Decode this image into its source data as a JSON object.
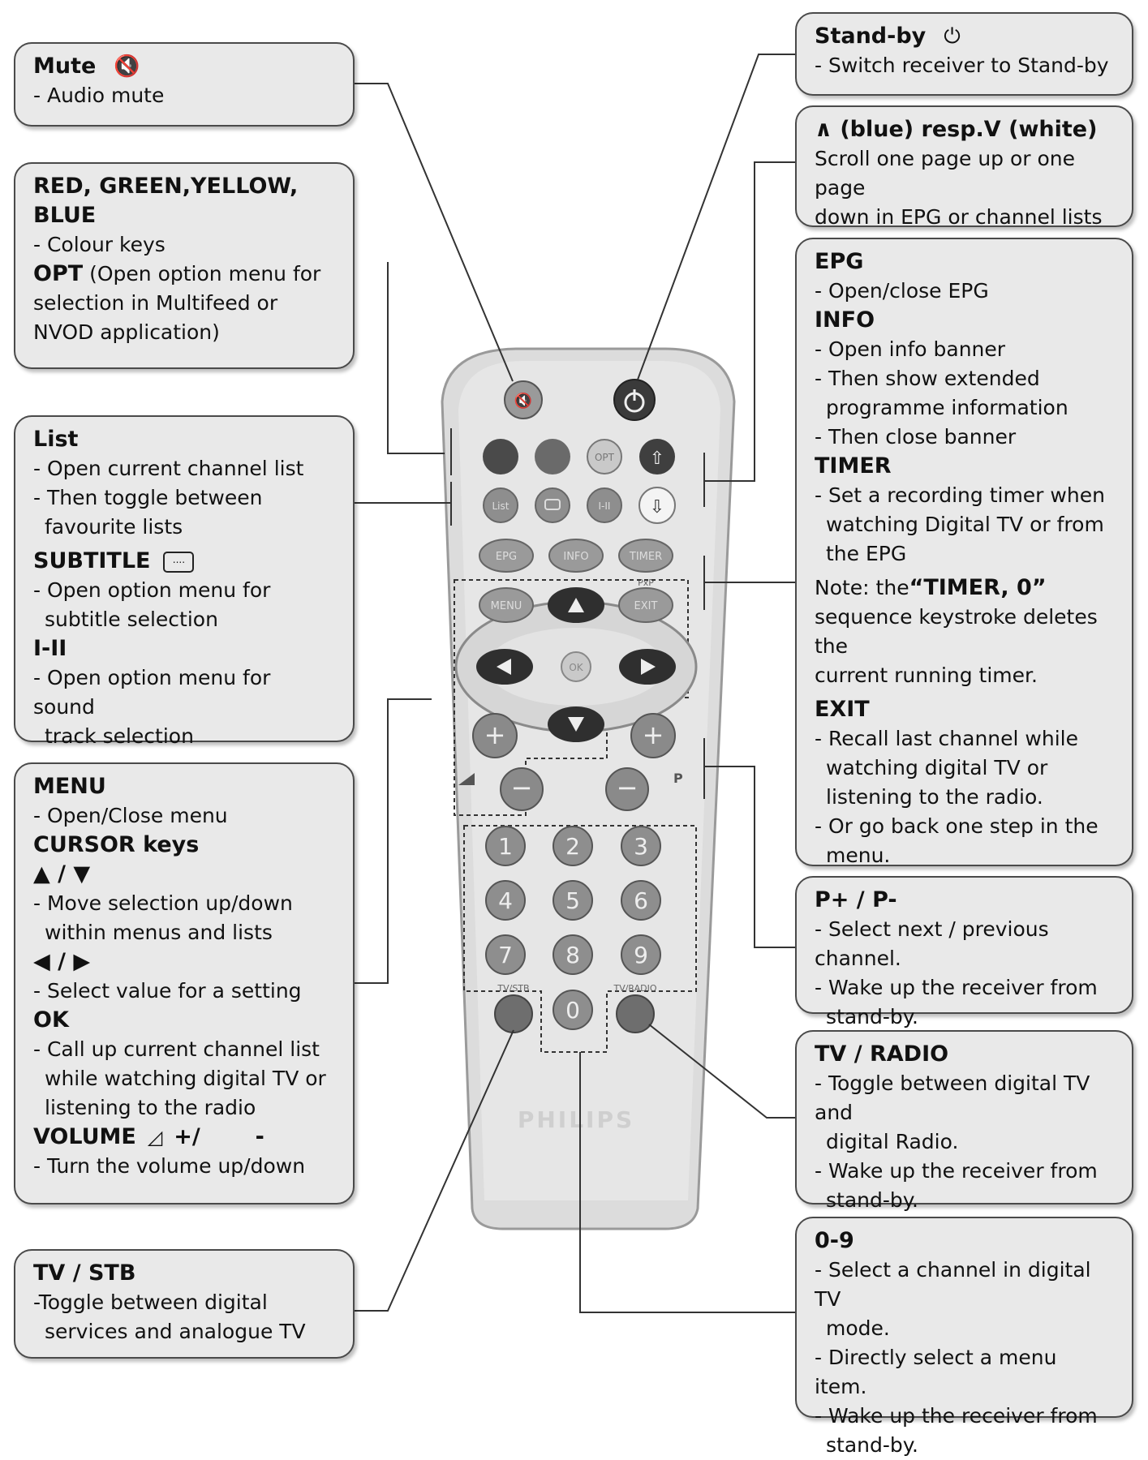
{
  "left": {
    "mute": {
      "title": "Mute",
      "lines": [
        "- Audio mute"
      ]
    },
    "colour": {
      "title": "RED, GREEN,YELLOW,",
      "title2": "BLUE",
      "l1": "- Colour keys",
      "opt_title": "OPT",
      "opt_rest": " (Open option menu for",
      "l2": "selection in Multifeed or",
      "l3": "NVOD application)"
    },
    "list": {
      "title": "List",
      "l1": "- Open current channel list",
      "l2": "- Then toggle between",
      "l3": "favourite lists",
      "sub_title": "SUBTITLE",
      "l4": "- Open option menu for",
      "l5": "subtitle selection",
      "i_title": "I-II",
      "l6": "- Open option menu for sound",
      "l7": "track selection"
    },
    "menu": {
      "title": "MENU",
      "l1": "- Open/Close menu",
      "cursor_title": "CURSOR keys",
      "updown": "▲ / ▼",
      "l2": "- Move selection up/down",
      "l3": "within menus and lists",
      "leftright": "◀ / ▶",
      "l4": "- Select value for a setting",
      "ok_title": "OK",
      "l5": "- Call up current channel list",
      "l6": "while watching digital TV or",
      "l7": "listening to the radio",
      "vol_title": "VOLUME",
      "vol_suffix": "+/",
      "vol_minus": "-",
      "l8": "- Turn the volume up/down"
    },
    "tvstb": {
      "title": "TV / STB",
      "l1": "-Toggle between digital",
      "l2": "services and analogue TV"
    }
  },
  "right": {
    "standby": {
      "title": "Stand-by",
      "l1": "- Switch receiver to Stand-by"
    },
    "scroll": {
      "title": "∧  (blue) resp.V (white)",
      "l1": "Scroll one page up or one page",
      "l2": "down in EPG or channel lists"
    },
    "epg": {
      "title": "EPG",
      "l1": "- Open/close EPG",
      "info_title": "INFO",
      "l2": "- Open info banner",
      "l3": "- Then show extended",
      "l4": "programme information",
      "l5": "- Then close banner",
      "timer_title": "TIMER",
      "l6": "- Set a recording timer when",
      "l7": "watching Digital TV or from",
      "l8": "the EPG",
      "note_pre": "Note: the",
      "note_bold": "“TIMER, 0”",
      "l9": "sequence keystroke deletes the",
      "l10": "current running timer.",
      "exit_title": "EXIT",
      "l11": "- Recall last channel while",
      "l12": "watching digital TV or",
      "l13": "listening to the radio.",
      "l14": "- Or go back one step in the",
      "l15": "menu."
    },
    "pp": {
      "title": "P+ / P-",
      "l1": "- Select next / previous channel.",
      "l2": "- Wake up the receiver from",
      "l3": "stand-by."
    },
    "tvradio": {
      "title": "TV / RADIO",
      "l1": "- Toggle between digital TV and",
      "l2": "digital Radio.",
      "l3": "- Wake up the receiver from",
      "l4": "stand-by."
    },
    "digits": {
      "title": "0-9",
      "l1": "- Select a channel in digital TV",
      "l2": "mode.",
      "l3": "- Directly select a menu item.",
      "l4": "- Wake up the receiver from",
      "l5": "stand-by."
    }
  },
  "remote": {
    "brand": "PHILIPS",
    "labels": {
      "opt": "OPT",
      "list": "List",
      "i_ii": "I-II",
      "epg": "EPG",
      "info": "INFO",
      "timer": "TIMER",
      "pip": "PxP",
      "menu": "MENU",
      "exit": "EXIT",
      "ok": "OK",
      "p": "P",
      "tvstb": "TV/STB",
      "tvradio": "TV/RADIO"
    },
    "digits": [
      "1",
      "2",
      "3",
      "4",
      "5",
      "6",
      "7",
      "8",
      "9",
      "0"
    ]
  }
}
